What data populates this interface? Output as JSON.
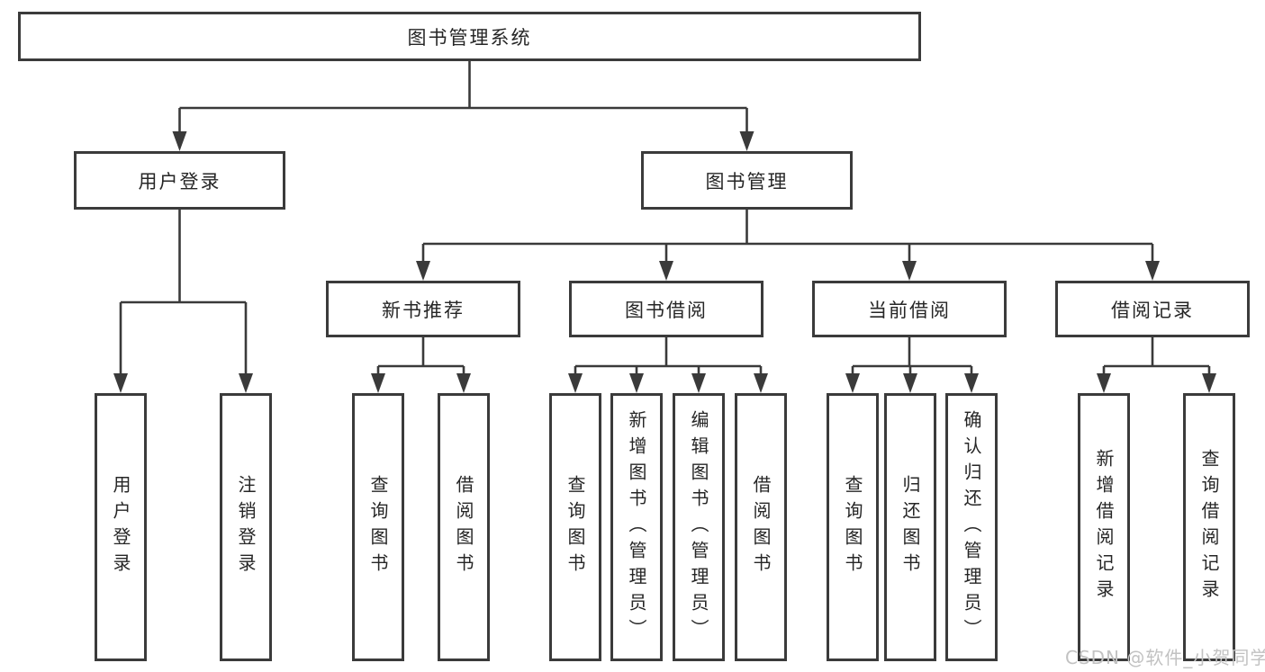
{
  "diagram": {
    "tree": {
      "root": {
        "label": "图书管理系统",
        "children": [
          {
            "label": "用户登录",
            "children": [
              {
                "label": "用户登录"
              },
              {
                "label": "注销登录"
              }
            ]
          },
          {
            "label": "图书管理",
            "children": [
              {
                "label": "新书推荐",
                "children": [
                  {
                    "label": "查询图书"
                  },
                  {
                    "label": "借阅图书"
                  }
                ]
              },
              {
                "label": "图书借阅",
                "children": [
                  {
                    "label": "查询图书"
                  },
                  {
                    "label": "新增图书（管理员）"
                  },
                  {
                    "label": "编辑图书（管理员）"
                  },
                  {
                    "label": "借阅图书"
                  }
                ]
              },
              {
                "label": "当前借阅",
                "children": [
                  {
                    "label": "查询图书"
                  },
                  {
                    "label": "归还图书"
                  },
                  {
                    "label": "确认归还（管理员）"
                  }
                ]
              },
              {
                "label": "借阅记录",
                "children": [
                  {
                    "label": "新增借阅记录"
                  },
                  {
                    "label": "查询借阅记录"
                  }
                ]
              }
            ]
          }
        ]
      }
    },
    "colors": {
      "line": "#3a3a3a",
      "border": "#3b3b3b",
      "text": "#262626",
      "watermark_text": "#c2c2c2",
      "background": "#ffffff"
    }
  },
  "watermark": {
    "label": "CSDN @软件_小贺同学"
  }
}
